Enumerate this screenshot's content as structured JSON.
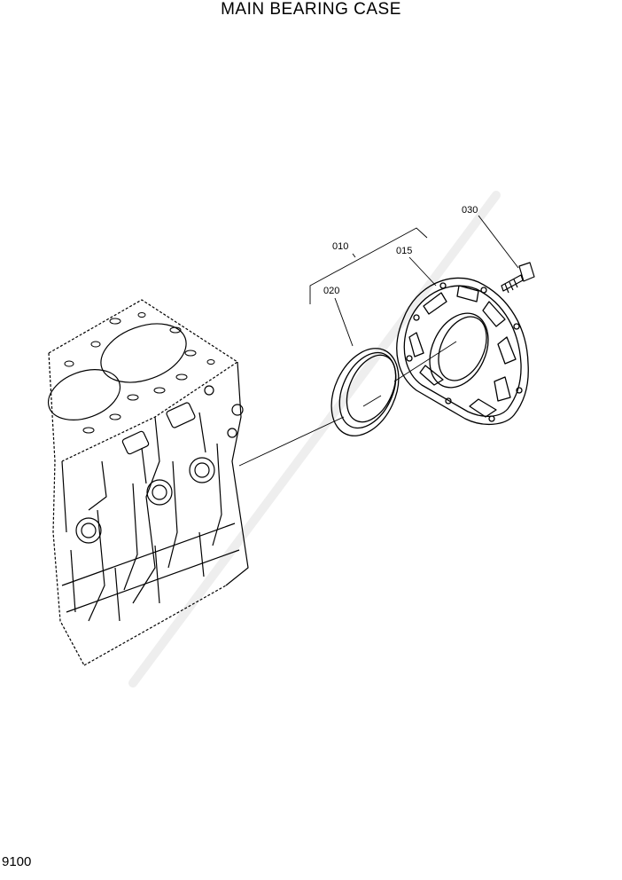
{
  "title": "MAIN BEARING CASE",
  "page_number": "9100",
  "callouts": {
    "assembly": "010",
    "case": "015",
    "seal": "020",
    "bolt": "030"
  }
}
